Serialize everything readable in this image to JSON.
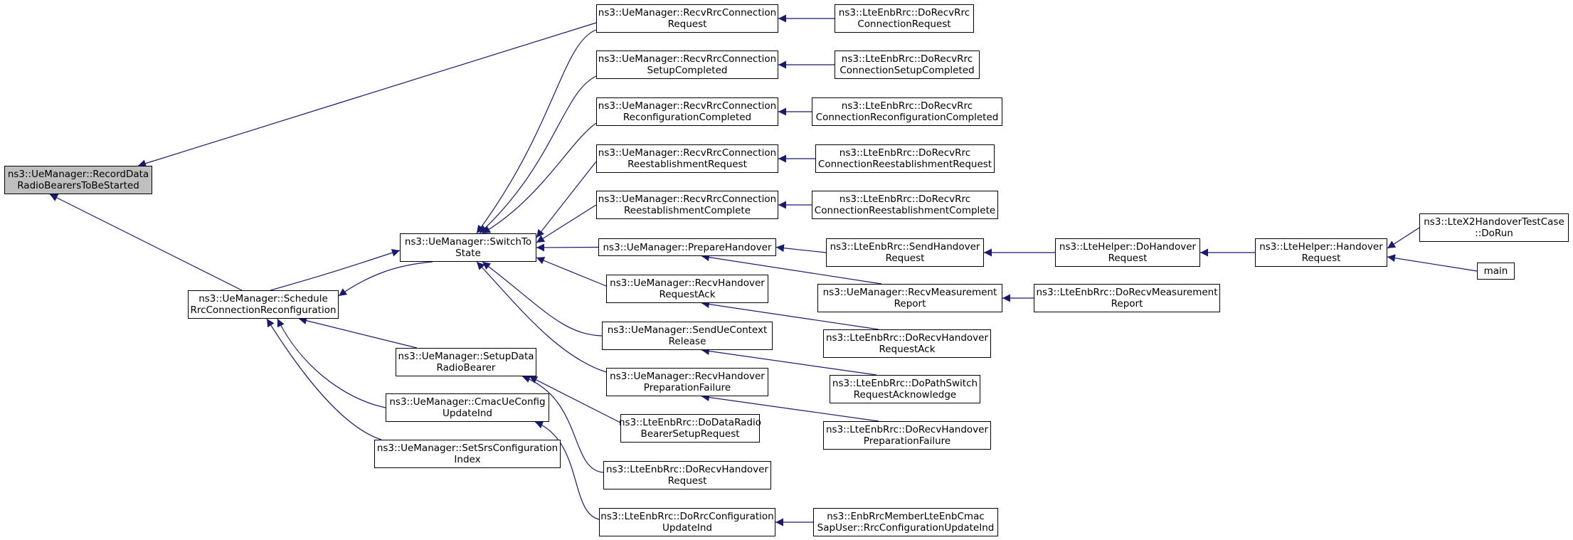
{
  "colors": {
    "edge": "#191970",
    "root_fill": "#bfbfbf",
    "node_fill": "#ffffff",
    "border": "#000000"
  },
  "nodes": {
    "root": [
      "ns3::UeManager::RecordData",
      "RadioBearersToBeStarted"
    ],
    "schedule": [
      "ns3::UeManager::Schedule",
      "RrcConnectionReconfiguration"
    ],
    "switch": [
      "ns3::UeManager::SwitchTo",
      "State"
    ],
    "setupdata": [
      "ns3::UeManager::SetupData",
      "RadioBearer"
    ],
    "cmac": [
      "ns3::UeManager::CmacUeConfig",
      "UpdateInd"
    ],
    "setsrs": [
      "ns3::UeManager::SetSrsConfiguration",
      "Index"
    ],
    "rcr": [
      "ns3::UeManager::RecvRrcConnection",
      "Request"
    ],
    "rcsc": [
      "ns3::UeManager::RecvRrcConnection",
      "SetupCompleted"
    ],
    "rcrc": [
      "ns3::UeManager::RecvRrcConnection",
      "ReconfigurationCompleted"
    ],
    "rcrr": [
      "ns3::UeManager::RecvRrcConnection",
      "ReestablishmentRequest"
    ],
    "rcrec": [
      "ns3::UeManager::RecvRrcConnection",
      "ReestablishmentComplete"
    ],
    "prep": [
      "ns3::UeManager::PrepareHandover"
    ],
    "rhra": [
      "ns3::UeManager::RecvHandover",
      "RequestAck"
    ],
    "suec": [
      "ns3::UeManager::SendUeContext",
      "Release"
    ],
    "rhpf": [
      "ns3::UeManager::RecvHandover",
      "PreparationFailure"
    ],
    "dodrb": [
      "ns3::LteEnbRrc::DoDataRadio",
      "BearerSetupRequest"
    ],
    "dorhr": [
      "ns3::LteEnbRrc::DoRecvHandover",
      "Request"
    ],
    "dorcu": [
      "ns3::LteEnbRrc::DoRrcConfiguration",
      "UpdateInd"
    ],
    "e_rcr": [
      "ns3::LteEnbRrc::DoRecvRrc",
      "ConnectionRequest"
    ],
    "e_rcsc": [
      "ns3::LteEnbRrc::DoRecvRrc",
      "ConnectionSetupCompleted"
    ],
    "e_rcrc": [
      "ns3::LteEnbRrc::DoRecvRrc",
      "ConnectionReconfigurationCompleted"
    ],
    "e_rcrr": [
      "ns3::LteEnbRrc::DoRecvRrc",
      "ConnectionReestablishmentRequest"
    ],
    "e_rcrec": [
      "ns3::LteEnbRrc::DoRecvRrc",
      "ConnectionReestablishmentComplete"
    ],
    "sendho": [
      "ns3::LteEnbRrc::SendHandover",
      "Request"
    ],
    "rmr": [
      "ns3::UeManager::RecvMeasurement",
      "Report"
    ],
    "dorhra": [
      "ns3::LteEnbRrc::DoRecvHandover",
      "RequestAck"
    ],
    "dops": [
      "ns3::LteEnbRrc::DoPathSwitch",
      "RequestAcknowledge"
    ],
    "dorhpf": [
      "ns3::LteEnbRrc::DoRecvHandover",
      "PreparationFailure"
    ],
    "enbcmac": [
      "ns3::EnbRrcMemberLteEnbCmac",
      "SapUser::RrcConfigurationUpdateInd"
    ],
    "helperdoho": [
      "ns3::LteHelper::DoHandover",
      "Request"
    ],
    "dormr": [
      "ns3::LteEnbRrc::DoRecvMeasurement",
      "Report"
    ],
    "helperho": [
      "ns3::LteHelper::Handover",
      "Request"
    ],
    "x2test": [
      "ns3::LteX2HandoverTestCase",
      "::DoRun"
    ],
    "main": [
      "main"
    ]
  }
}
